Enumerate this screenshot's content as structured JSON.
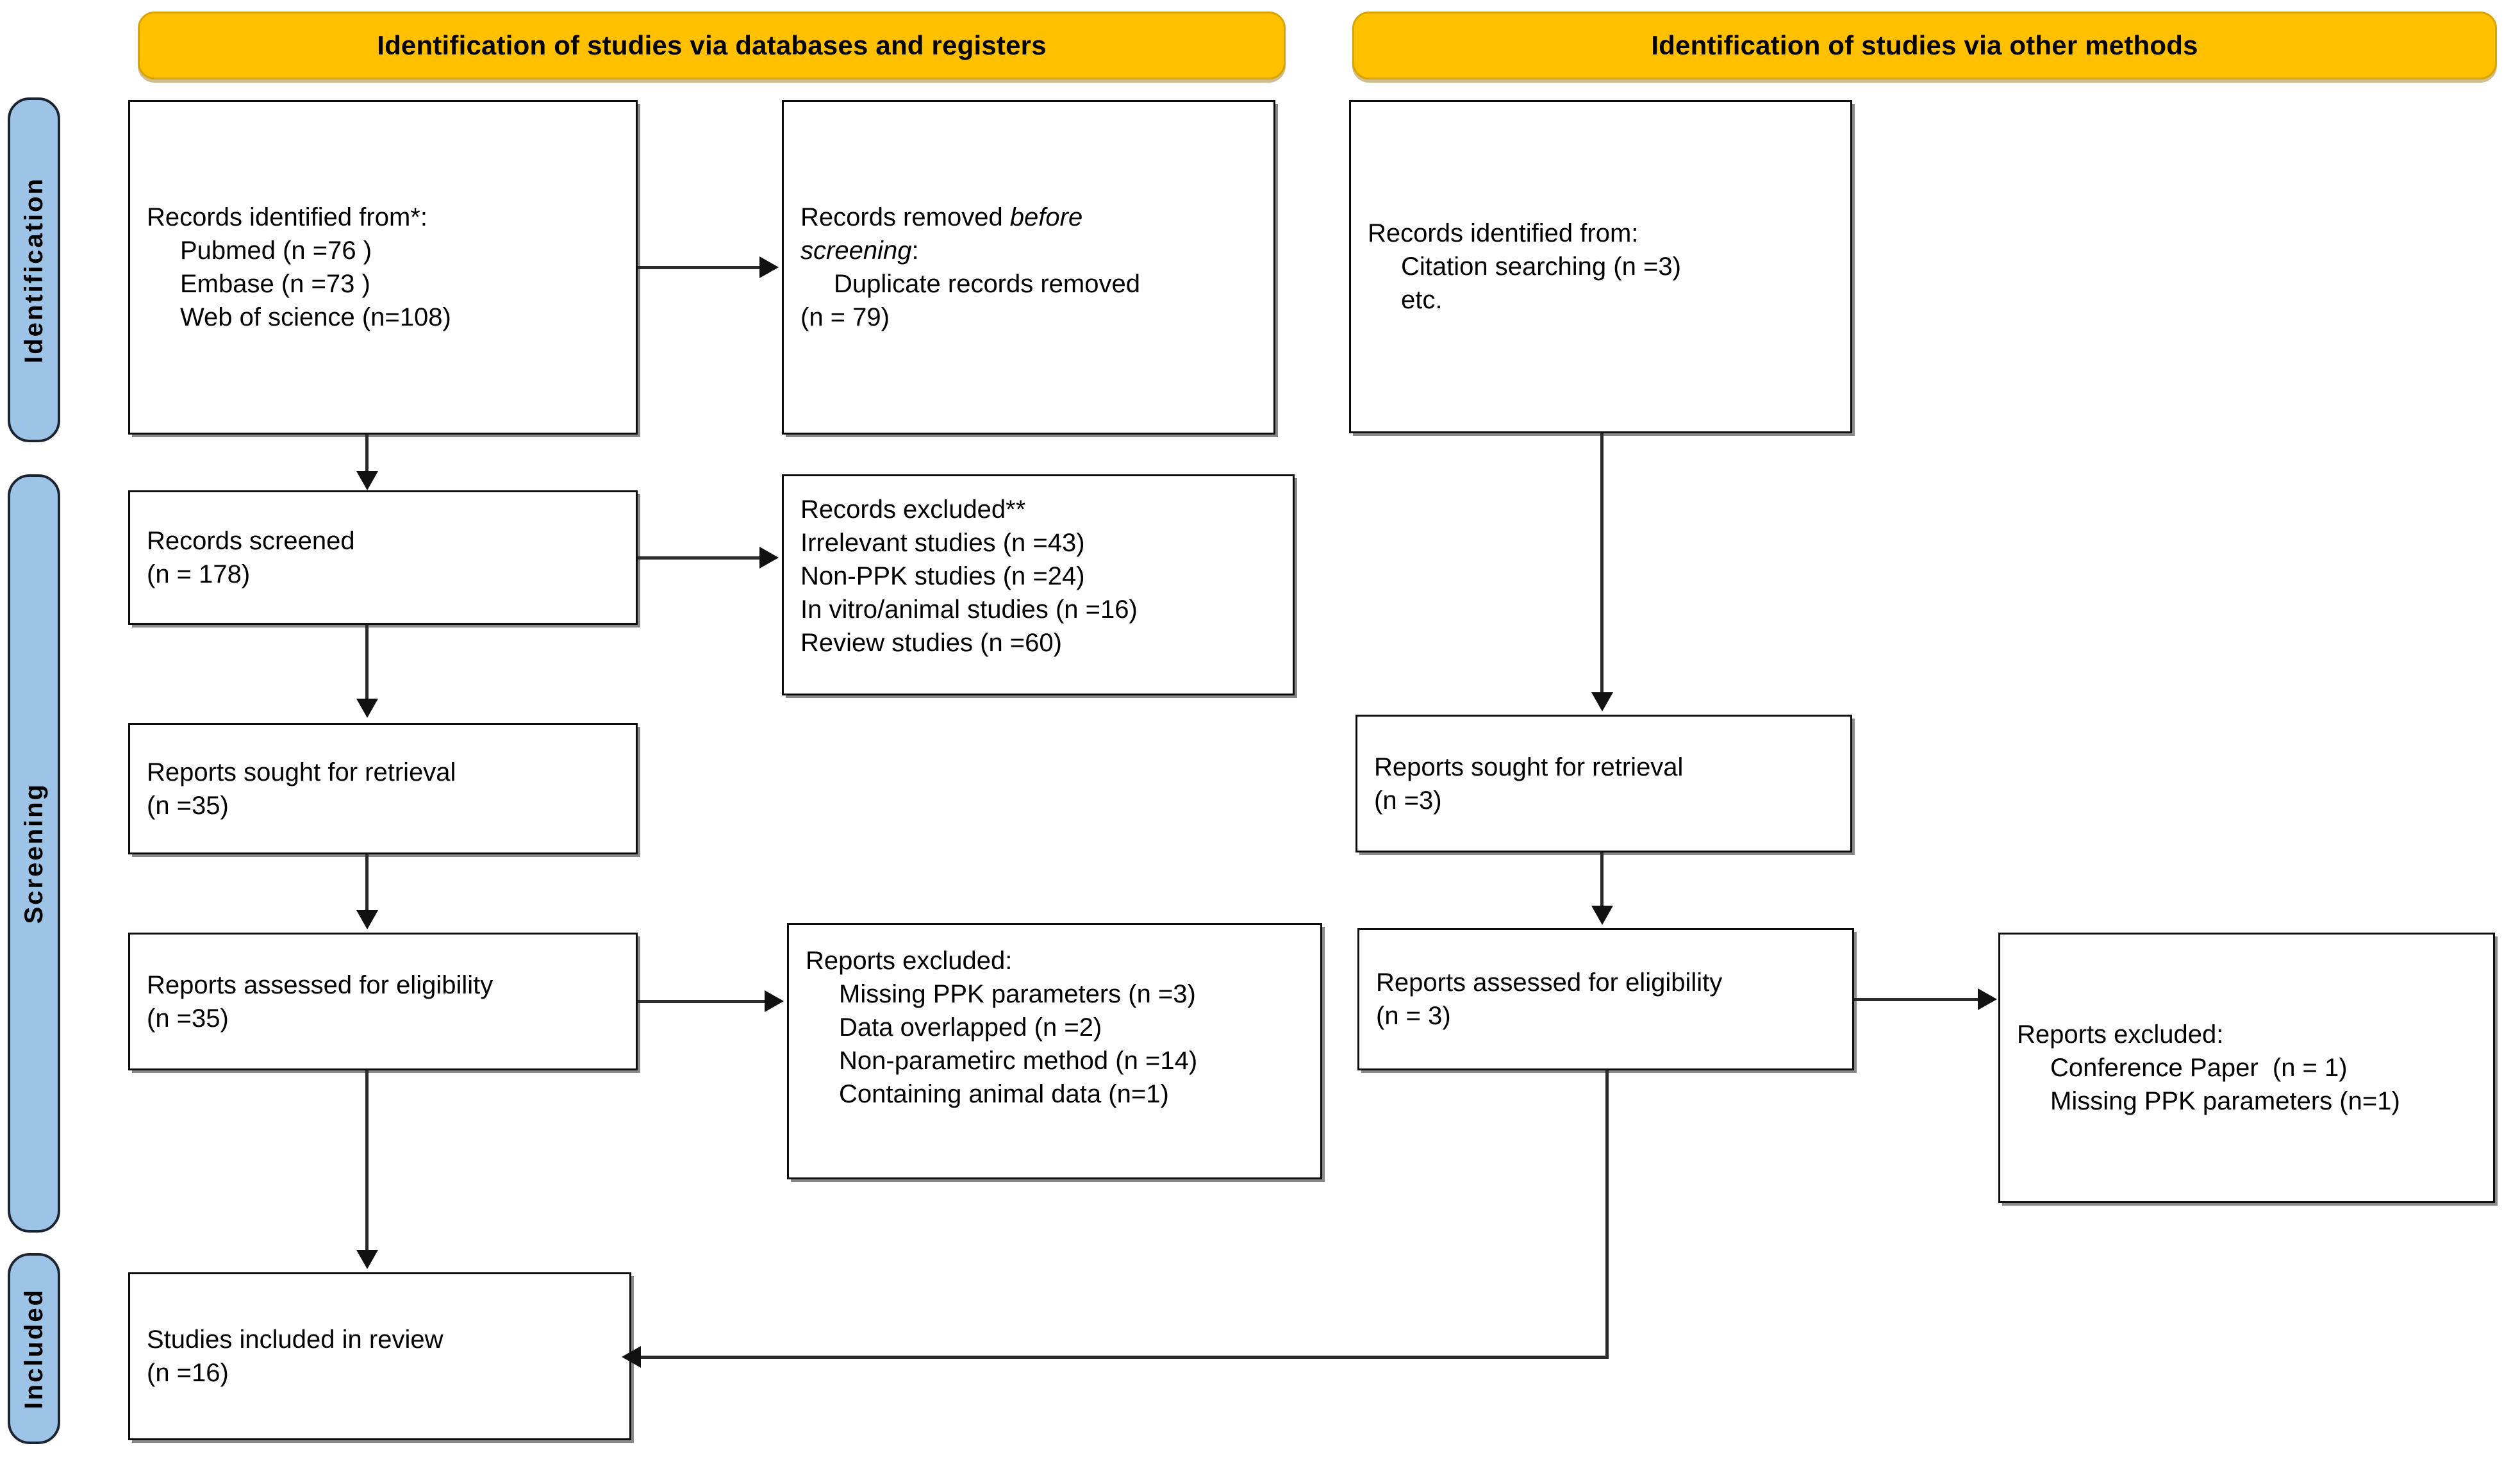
{
  "headers": {
    "left": "Identification of studies via databases and registers",
    "right": "Identification of studies via other methods"
  },
  "stage_labels": {
    "identification": "Identification",
    "screening": "Screening",
    "included": "Included"
  },
  "colors": {
    "header_orange": "#FFC000",
    "stage_blue": "#9DC3E6",
    "box_border": "#0D0D0D",
    "connector": "#2B2B2B"
  },
  "boxes": {
    "records_identified": {
      "line1": "Records identified from*:",
      "line2": "Pubmed (n =76 )",
      "line3": "Embase (n =73 )",
      "line4": "Web of science (n=108)"
    },
    "records_removed": {
      "line1a": "Records removed ",
      "line1b": "before",
      "line2": "screening",
      "line2b": ":",
      "line3": "Duplicate records removed",
      "line4": "(n = 79)"
    },
    "records_screened": {
      "line1": "Records screened",
      "line2": "(n = 178)"
    },
    "records_excluded": {
      "line1": "Records excluded**",
      "line2": "Irrelevant studies (n =43)",
      "line3": "Non-PPK studies (n =24)",
      "line4": "In vitro/animal studies (n =16)",
      "line5": "Review studies (n =60)"
    },
    "reports_sought_left": {
      "line1": "Reports sought for retrieval",
      "line2": "(n =35)"
    },
    "reports_assessed_left": {
      "line1": "Reports assessed for eligibility",
      "line2": "(n =35)"
    },
    "reports_excluded_left": {
      "line1": "Reports excluded:",
      "line2": "Missing PPK parameters (n =3)",
      "line3": "Data overlapped (n =2)",
      "line4": "Non-parametirc method (n =14)",
      "line5": "Containing animal data (n=1)"
    },
    "records_identified_other": {
      "line1": "Records identified from:",
      "line2": "Citation searching (n =3)",
      "line3": "etc."
    },
    "reports_sought_right": {
      "line1": "Reports sought for retrieval",
      "line2": "(n =3)"
    },
    "reports_assessed_right": {
      "line1": "Reports assessed for eligibility",
      "line2": "(n = 3)"
    },
    "reports_excluded_right": {
      "line1": "Reports excluded:",
      "line2": "Conference Paper  (n = 1)",
      "line3": "Missing PPK parameters (n=1)"
    },
    "studies_included": {
      "line1": "Studies included in review",
      "line2": "(n =16)"
    }
  },
  "chart_data": {
    "type": "flowchart",
    "title": "PRISMA 2020 flow diagram",
    "nodes": [
      {
        "id": "records_identified",
        "label": "Records identified from*",
        "stage": "Identification",
        "column": "databases",
        "counts": {
          "Pubmed": 76,
          "Embase": 73,
          "Web of science": 108
        }
      },
      {
        "id": "records_removed",
        "label": "Records removed before screening: Duplicate records removed",
        "stage": "Identification",
        "column": "databases",
        "n": 79
      },
      {
        "id": "records_screened",
        "label": "Records screened",
        "stage": "Screening",
        "column": "databases",
        "n": 178
      },
      {
        "id": "records_excluded",
        "label": "Records excluded**",
        "stage": "Screening",
        "column": "databases",
        "counts": {
          "Irrelevant studies": 43,
          "Non-PPK studies": 24,
          "In vitro/animal studies": 16,
          "Review studies": 60
        }
      },
      {
        "id": "reports_sought_left",
        "label": "Reports sought for retrieval",
        "stage": "Screening",
        "column": "databases",
        "n": 35
      },
      {
        "id": "reports_assessed_left",
        "label": "Reports assessed for eligibility",
        "stage": "Screening",
        "column": "databases",
        "n": 35
      },
      {
        "id": "reports_excluded_left",
        "label": "Reports excluded",
        "stage": "Screening",
        "column": "databases",
        "counts": {
          "Missing PPK parameters": 3,
          "Data overlapped": 2,
          "Non-parametirc method": 14,
          "Containing animal data": 1
        }
      },
      {
        "id": "records_identified_other",
        "label": "Records identified from: Citation searching, etc.",
        "stage": "Identification",
        "column": "other",
        "counts": {
          "Citation searching": 3
        }
      },
      {
        "id": "reports_sought_right",
        "label": "Reports sought for retrieval",
        "stage": "Screening",
        "column": "other",
        "n": 3
      },
      {
        "id": "reports_assessed_right",
        "label": "Reports assessed for eligibility",
        "stage": "Screening",
        "column": "other",
        "n": 3
      },
      {
        "id": "reports_excluded_right",
        "label": "Reports excluded",
        "stage": "Screening",
        "column": "other",
        "counts": {
          "Conference Paper": 1,
          "Missing PPK parameters": 1
        }
      },
      {
        "id": "studies_included",
        "label": "Studies included in review",
        "stage": "Included",
        "column": "merge",
        "n": 16
      }
    ],
    "edges": [
      {
        "from": "records_identified",
        "to": "records_removed"
      },
      {
        "from": "records_identified",
        "to": "records_screened"
      },
      {
        "from": "records_screened",
        "to": "records_excluded"
      },
      {
        "from": "records_screened",
        "to": "reports_sought_left"
      },
      {
        "from": "reports_sought_left",
        "to": "reports_assessed_left"
      },
      {
        "from": "reports_assessed_left",
        "to": "reports_excluded_left"
      },
      {
        "from": "reports_assessed_left",
        "to": "studies_included"
      },
      {
        "from": "records_identified_other",
        "to": "reports_sought_right"
      },
      {
        "from": "reports_sought_right",
        "to": "reports_assessed_right"
      },
      {
        "from": "reports_assessed_right",
        "to": "reports_excluded_right"
      },
      {
        "from": "reports_assessed_right",
        "to": "studies_included"
      }
    ]
  }
}
